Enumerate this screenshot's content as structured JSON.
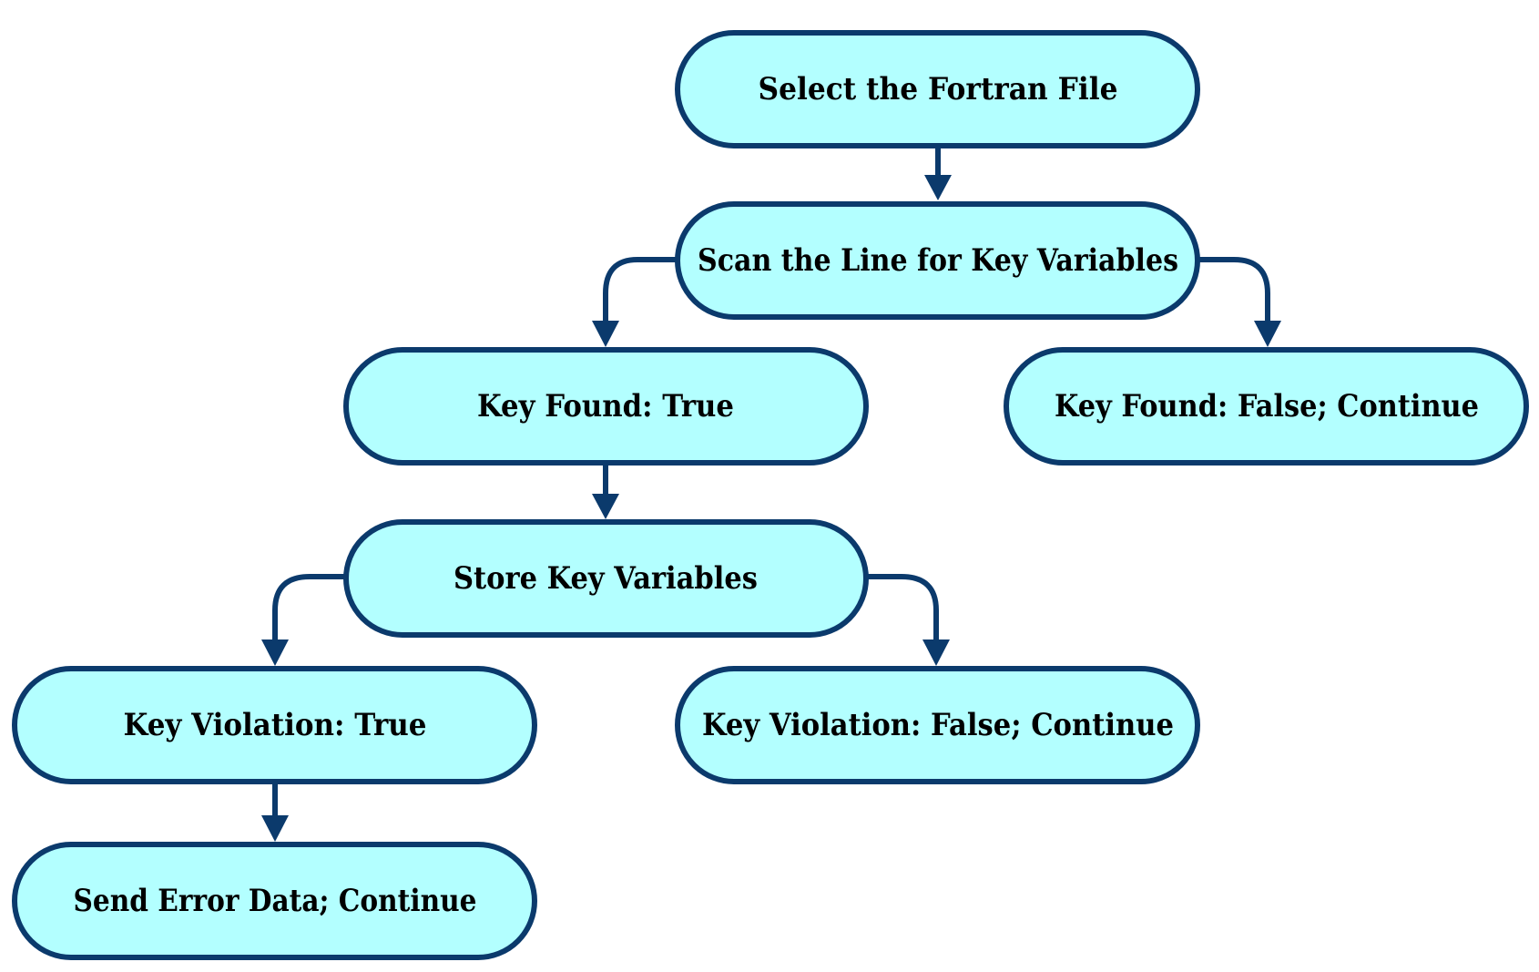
{
  "diagram": {
    "type": "flowchart",
    "colors": {
      "node_fill": "#b3ffff",
      "node_stroke": "#0b3a6c",
      "edge": "#0b3a6c",
      "text": "#000000"
    },
    "nodes": {
      "select_file": "Select the Fortran File",
      "scan_line": "Scan the Line for Key Variables",
      "key_found_true": "Key Found: True",
      "key_found_false": "Key Found: False; Continue",
      "store_vars": "Store Key Variables",
      "violation_true": "Key Violation: True",
      "violation_false": "Key Violation: False; Continue",
      "send_error": "Send Error Data; Continue"
    },
    "edges": [
      {
        "from": "select_file",
        "to": "scan_line"
      },
      {
        "from": "scan_line",
        "to": "key_found_true"
      },
      {
        "from": "scan_line",
        "to": "key_found_false"
      },
      {
        "from": "key_found_true",
        "to": "store_vars"
      },
      {
        "from": "store_vars",
        "to": "violation_true"
      },
      {
        "from": "store_vars",
        "to": "violation_false"
      },
      {
        "from": "violation_true",
        "to": "send_error"
      }
    ]
  }
}
